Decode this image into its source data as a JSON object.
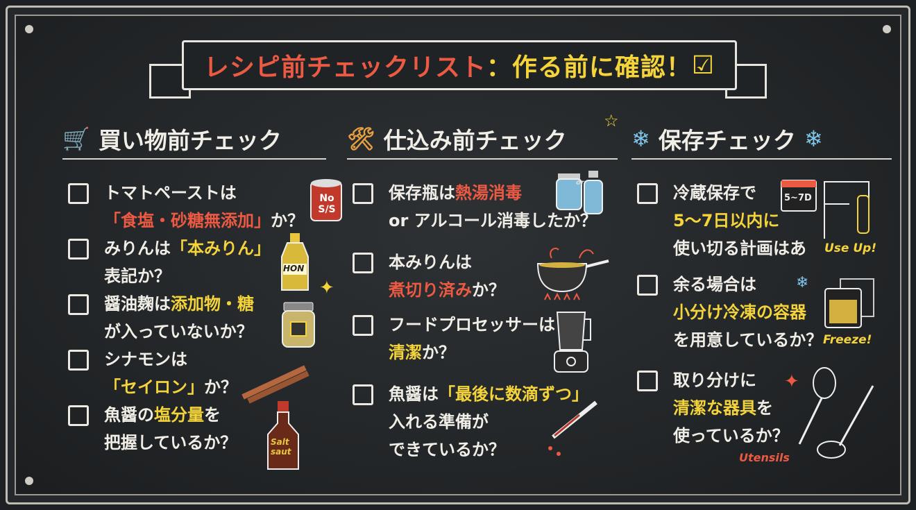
{
  "title": {
    "part1": "レシピ前チェックリスト",
    "part2": "：作る前に確認！",
    "check_icon": "☑"
  },
  "colors": {
    "background": "#232628",
    "red": "#ec5a43",
    "yellow": "#f4d43a",
    "white": "#f1eee7"
  },
  "columns": [
    {
      "heading": "買い物前チェック",
      "icon": "shopping-cart-icon",
      "glyph": "🛒",
      "items": [
        [
          [
            [
              "w",
              "トマトペーストは"
            ]
          ],
          [
            [
              "r",
              "「食塩・砂糖無添加」"
            ],
            [
              "w",
              "か？"
            ]
          ]
        ],
        [
          [
            [
              "w",
              "みりんは"
            ],
            [
              "y",
              "「本みりん」"
            ]
          ],
          [
            [
              "w",
              "表記か？"
            ]
          ]
        ],
        [
          [
            [
              "w",
              "醤油麹は"
            ],
            [
              "y",
              "添加物・糖"
            ]
          ],
          [
            [
              "w",
              "が入っていないか？"
            ]
          ]
        ],
        [
          [
            [
              "w",
              "シナモンは"
            ]
          ],
          [
            [
              "y",
              "「セイロン」"
            ],
            [
              "w",
              "か？"
            ]
          ]
        ],
        [
          [
            [
              "w",
              "魚醤の"
            ],
            [
              "y",
              "塩分量"
            ],
            [
              "w",
              "を"
            ]
          ],
          [
            [
              "w",
              "把握しているか？"
            ]
          ]
        ]
      ]
    },
    {
      "heading": "仕込み前チェック",
      "icon": "tools-icon",
      "glyph": "🛠",
      "items": [
        [
          [
            [
              "w",
              "保存瓶は"
            ],
            [
              "r",
              "熱湯消毒"
            ]
          ],
          [
            [
              "w",
              "or アルコール消毒したか？"
            ]
          ]
        ],
        [
          [
            [
              "w",
              "本みりんは"
            ]
          ],
          [
            [
              "r",
              "煮切り済み"
            ],
            [
              "w",
              "か？"
            ]
          ]
        ],
        [
          [
            [
              "w",
              "フードプロセッサーは"
            ]
          ],
          [
            [
              "y",
              "清潔"
            ],
            [
              "w",
              "か？"
            ]
          ]
        ],
        [
          [
            [
              "w",
              "魚醤は"
            ],
            [
              "y",
              "「最後に数滴ずつ」"
            ]
          ],
          [
            [
              "w",
              "入れる準備が"
            ]
          ],
          [
            [
              "w",
              "できているか？"
            ]
          ]
        ]
      ]
    },
    {
      "heading": "保存チェック",
      "icon": "snowflake-icon",
      "glyph": "❄",
      "items": [
        [
          [
            [
              "w",
              "冷蔵保存で"
            ]
          ],
          [
            [
              "y",
              "5〜7日以内に"
            ]
          ],
          [
            [
              "w",
              "使い切る計画はあ"
            ]
          ]
        ],
        [
          [
            [
              "w",
              "余る場合は"
            ]
          ],
          [
            [
              "y",
              "小分け冷凍の容器"
            ]
          ],
          [
            [
              "w",
              "を用意しているか？"
            ]
          ]
        ],
        [
          [
            [
              "w",
              "取り分けに"
            ]
          ],
          [
            [
              "y",
              "清潔な器具"
            ],
            [
              "w",
              "を"
            ]
          ],
          [
            [
              "w",
              "使っているか？"
            ]
          ]
        ]
      ]
    }
  ],
  "illustrations": {
    "can_label": "No S/S",
    "mirin_label": "HON",
    "fish_sauce_label": "Salt saut",
    "jar_or": "or",
    "calendar_label": "5~7D",
    "use_up": "Use Up!",
    "freeze": "Freeze!",
    "utensils": "Utensils"
  }
}
